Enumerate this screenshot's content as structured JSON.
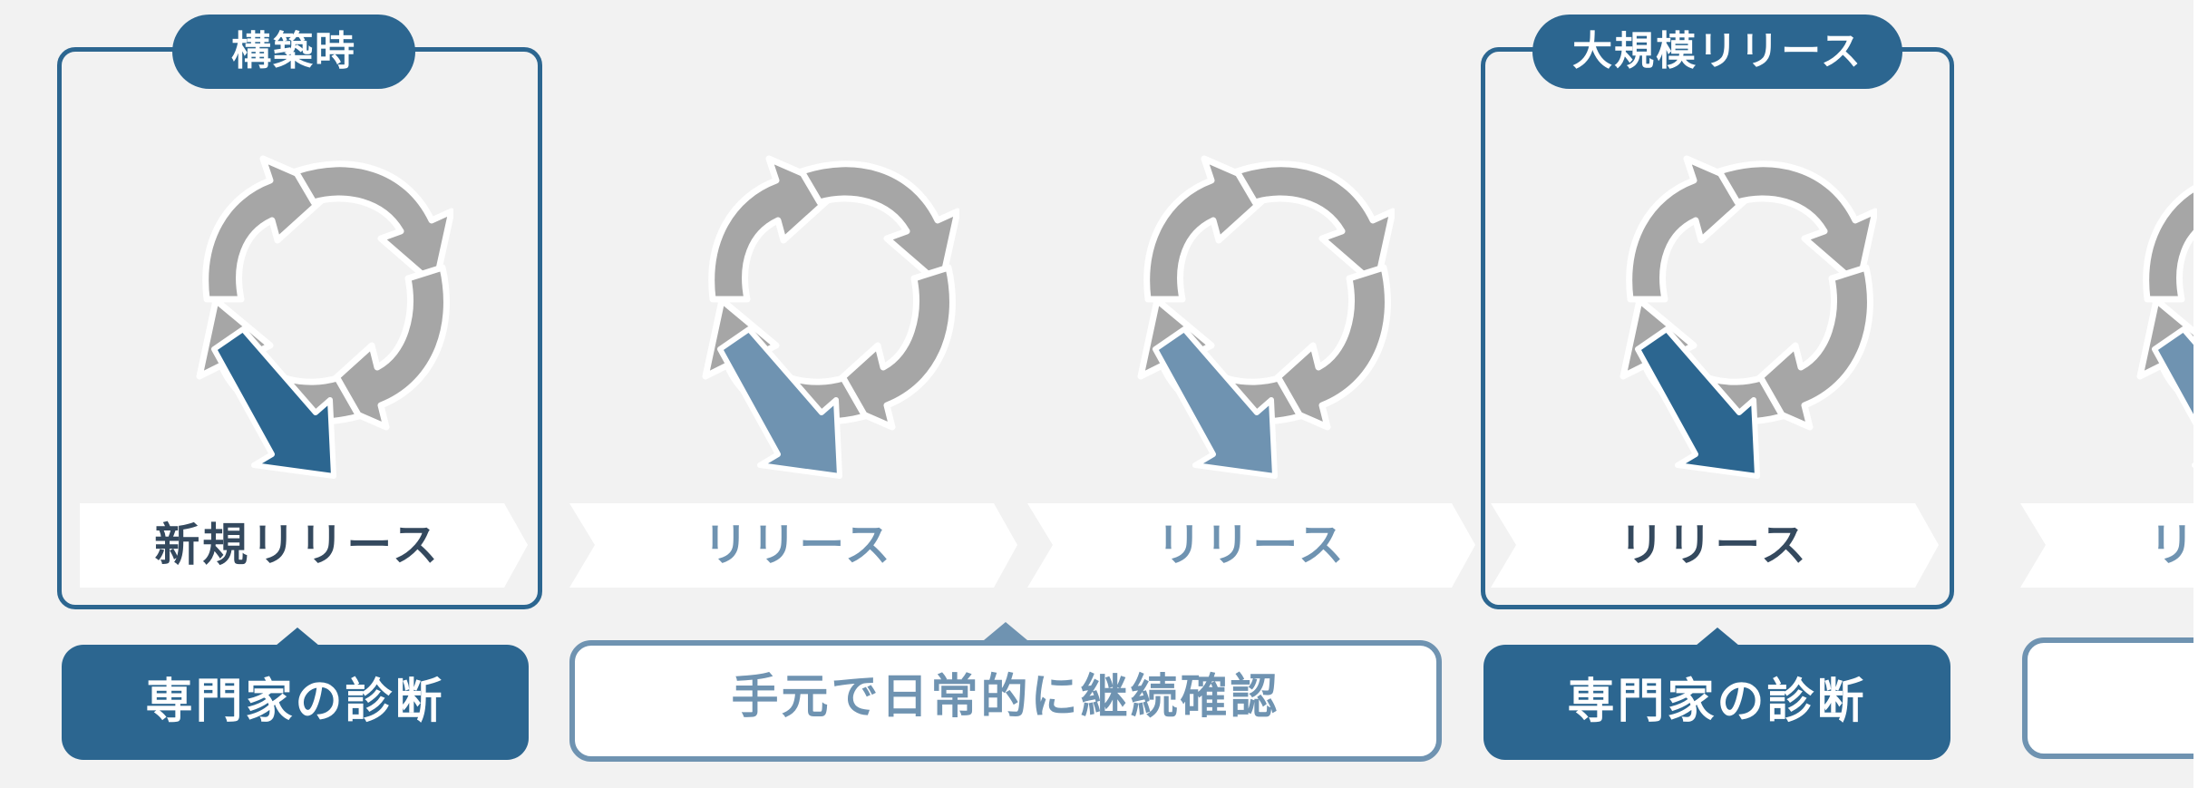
{
  "tags": {
    "build": "構築時",
    "large_release": "大規模リリース"
  },
  "chevrons": [
    {
      "label": "新規リリース",
      "state": "active"
    },
    {
      "label": "リリース",
      "state": "faded"
    },
    {
      "label": "リリース",
      "state": "faded"
    },
    {
      "label": "リリース",
      "state": "active"
    },
    {
      "label": "リ",
      "state": "faded"
    }
  ],
  "diagnoses": {
    "expert_1": "専門家の診断",
    "continuous": "手元で日常的に継続確認",
    "expert_2": "専門家の診断"
  },
  "colors": {
    "background": "#f2f2f2",
    "accent_dark": "#2c6690",
    "accent_light": "#6f93b1",
    "cycle_gray": "#a6a6a6",
    "text_dark": "#34495e"
  },
  "icons": [
    "cycle-arrows-icon",
    "down-right-arrow-icon"
  ]
}
